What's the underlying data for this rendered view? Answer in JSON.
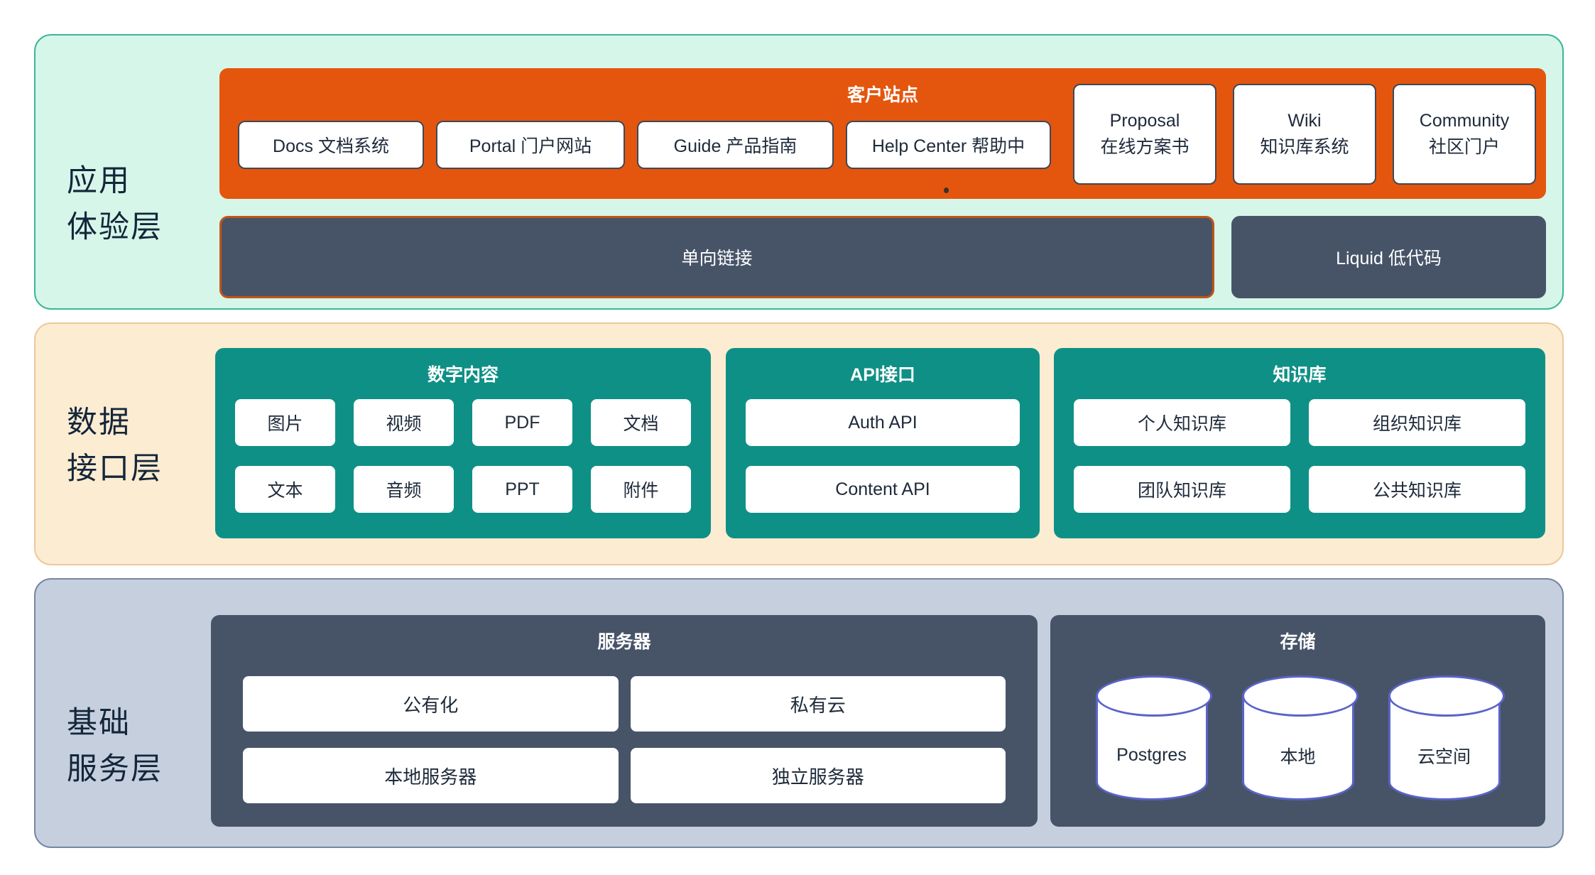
{
  "app_layer": {
    "label": [
      "应用",
      "体验层"
    ],
    "customer_sites": {
      "title": "客户站点",
      "chips": [
        "Docs 文档系统",
        "Portal 门户网站",
        "Guide 产品指南",
        "Help Center 帮助中"
      ],
      "tall_chips": [
        {
          "line1": "Proposal",
          "line2": "在线方案书"
        },
        {
          "line1": "Wiki",
          "line2": "知识库系统"
        },
        {
          "line1": "Community",
          "line2": "社区门户"
        }
      ]
    },
    "one_way_link": "单向链接",
    "liquid": "Liquid 低代码"
  },
  "data_layer": {
    "label": [
      "数据",
      "接口层"
    ],
    "groups": [
      {
        "title": "数字内容",
        "chips": [
          "图片",
          "视频",
          "PDF",
          "文档",
          "文本",
          "音频",
          "PPT",
          "附件"
        ]
      },
      {
        "title": "API接口",
        "chips": [
          "Auth API",
          "Content API"
        ]
      },
      {
        "title": "知识库",
        "chips": [
          "个人知识库",
          "组织知识库",
          "团队知识库",
          "公共知识库"
        ]
      }
    ]
  },
  "infra_layer": {
    "label": [
      "基础",
      "服务层"
    ],
    "server": {
      "title": "服务器",
      "chips": [
        "公有化",
        "私有云",
        "本地服务器",
        "独立服务器"
      ]
    },
    "storage": {
      "title": "存储",
      "cylinders": [
        "Postgres",
        "本地",
        "云空间"
      ]
    }
  },
  "colors": {
    "layer1_bg": "#d6f6e9",
    "layer2_bg": "#fcecd2",
    "layer3_bg": "#c5cfde",
    "orange": "#e4560e",
    "teal": "#0f9086",
    "slate": "#475468",
    "cylinder_border": "#5a63c8"
  }
}
